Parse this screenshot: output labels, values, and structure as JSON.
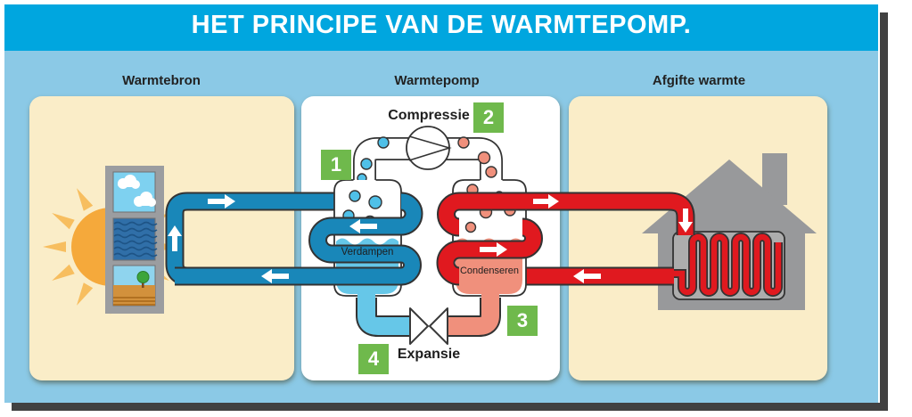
{
  "title": "HET PRINCIPE VAN DE WARMTEPOMP.",
  "sections": {
    "source": {
      "label": "Warmtebron"
    },
    "pump": {
      "label": "Warmtepomp"
    },
    "delivery": {
      "label": "Afgifte warmte"
    }
  },
  "process": {
    "evaporation": {
      "step": "1",
      "label": "Verdampen"
    },
    "compression": {
      "step": "2",
      "label": "Compressie"
    },
    "condensation": {
      "step": "3",
      "label": "Condenseren"
    },
    "expansion": {
      "step": "4",
      "label": "Expansie"
    }
  },
  "colors": {
    "title_bar": "#00A6DF",
    "canvas_blue": "#8BC9E6",
    "panel_cream": "#FAEDC8",
    "panel_white": "#FFFFFF",
    "cold_pipe": "#1987B9",
    "cold_liquid": "#66C7E8",
    "hot_pipe": "#E0191F",
    "hot_liquid": "#F0907C",
    "step_badge": "#6FB94C",
    "structure_gray": "#98999B",
    "sun": "#F5A93B"
  },
  "icons": [
    "sun-icon",
    "heat-source-column-icon",
    "sky-icon",
    "groundwater-icon",
    "ground-icon",
    "compressor-icon",
    "expansion-valve-icon",
    "house-icon",
    "radiator-icon",
    "heating-coil-icon",
    "flow-arrow-icon"
  ]
}
